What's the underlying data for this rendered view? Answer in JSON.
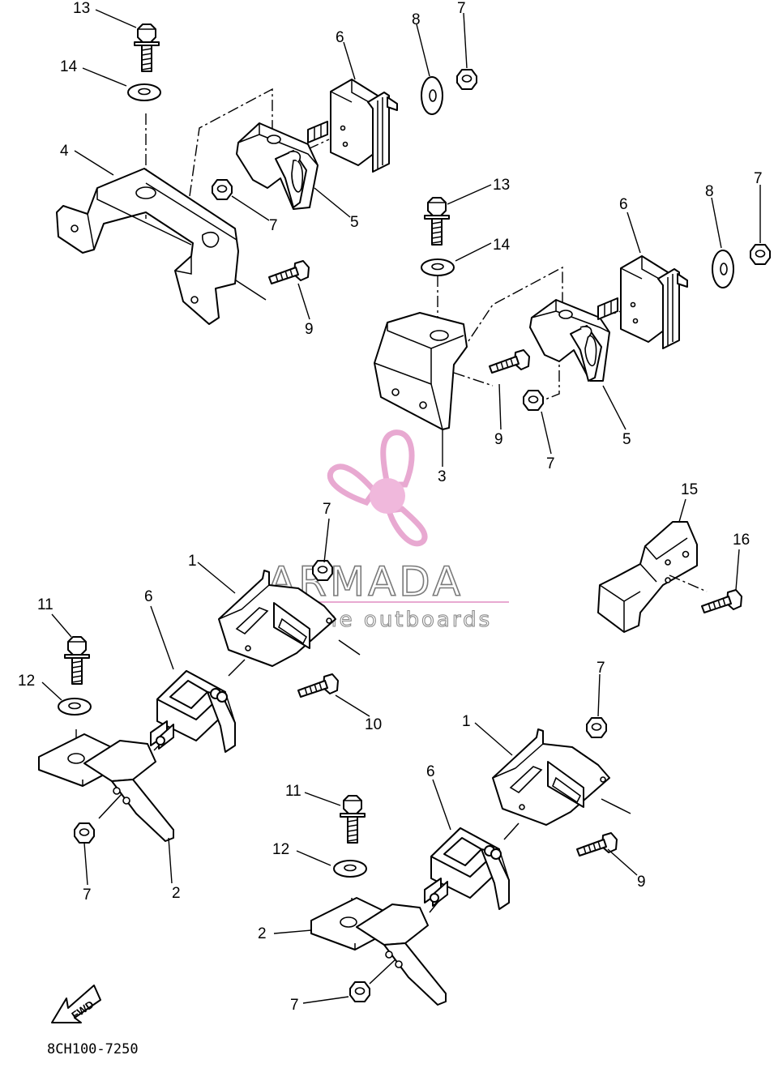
{
  "callouts": {
    "c01": "13",
    "c02": "14",
    "c03": "4",
    "c04": "6",
    "c05": "8",
    "c06": "7",
    "c07": "7",
    "c08": "5",
    "c09": "9",
    "c10": "13",
    "c11": "14",
    "c12": "6",
    "c13": "8",
    "c14": "7",
    "c15": "9",
    "c16": "7",
    "c17": "5",
    "c18": "3",
    "c19": "7",
    "c20": "15",
    "c21": "16",
    "c22": "1",
    "c23": "6",
    "c24": "11",
    "c25": "12",
    "c26": "10",
    "c27": "7",
    "c28": "2",
    "c29": "7",
    "c30": "1",
    "c31": "6",
    "c32": "11",
    "c33": "12",
    "c34": "9",
    "c35": "2",
    "c36": "7"
  },
  "fwd_label": "FWD",
  "diagram_code": "8CH100-7250",
  "watermark": {
    "brand": "ARMADA",
    "tagline": "marine outboards",
    "accent_color": "#e8a9d1",
    "hub_color": "#f0b8dc"
  },
  "colors": {
    "line": "#000000",
    "background": "#ffffff"
  }
}
